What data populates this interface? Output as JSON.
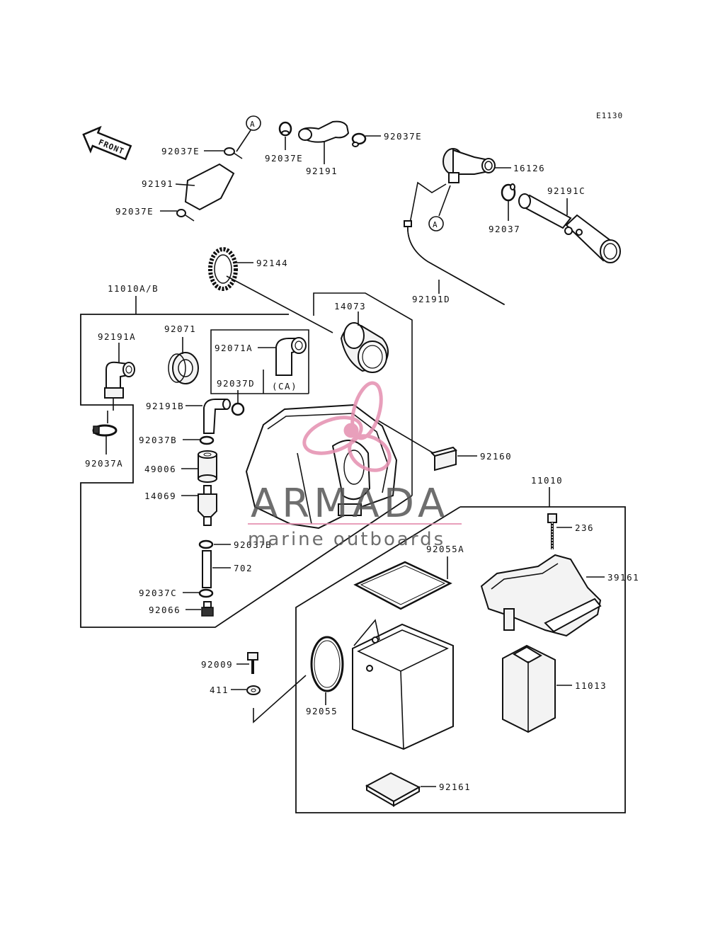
{
  "diagram_code": "E1130",
  "front_label": "FRONT",
  "callout_letter": "A",
  "watermark": {
    "title": "ARMADA",
    "subtitle": "marine outboards",
    "logo_color": "#e58fb0",
    "text_color": "#555555"
  },
  "labels": {
    "p92037E_a": "92037E",
    "p92037E_b": "92037E",
    "p92037E_c": "92037E",
    "p92037E_d": "92037E",
    "p92191_a": "92191",
    "p92191_b": "92191",
    "p16126": "16126",
    "p92191C": "92191C",
    "p92037": "92037",
    "p92144": "92144",
    "p92191D": "92191D",
    "p11010AB": "11010A/B",
    "p14073": "14073",
    "p92191A": "92191A",
    "p92071": "92071",
    "p92071A": "92071A",
    "pCA": "(CA)",
    "p92037D": "92037D",
    "p92191B": "92191B",
    "p92037B_a": "92037B",
    "p92037B_b": "92037B",
    "p92037A": "92037A",
    "p49006": "49006",
    "p14069": "14069",
    "p92160": "92160",
    "p11010": "11010",
    "p236": "236",
    "p702": "702",
    "p92055A": "92055A",
    "p39161": "39161",
    "p92037C": "92037C",
    "p92066": "92066",
    "p92009": "92009",
    "p411": "411",
    "p92055": "92055",
    "p11013": "11013",
    "p92161": "92161"
  }
}
